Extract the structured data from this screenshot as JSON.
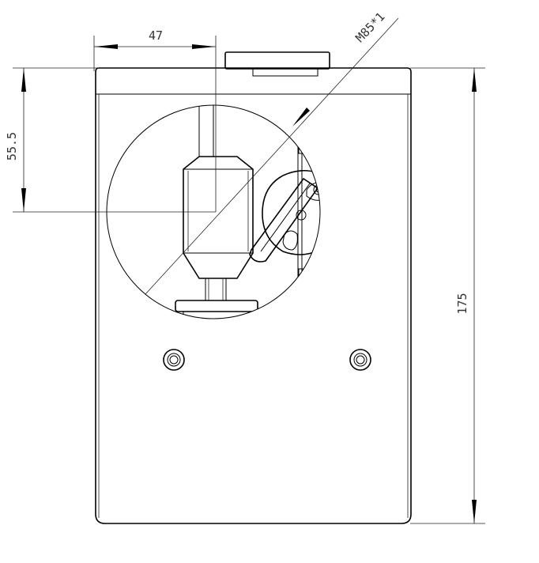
{
  "dimensions": {
    "top_width": "47",
    "left_height": "55.5",
    "overall_height": "175",
    "thread_callout": "M85*1"
  }
}
